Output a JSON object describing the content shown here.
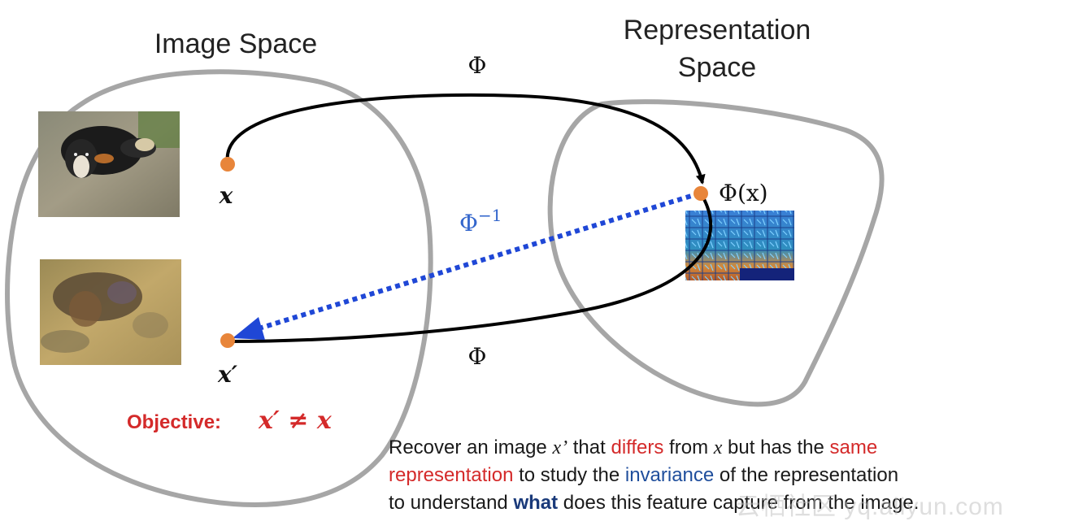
{
  "diagram": {
    "image_space_label": "Image Space",
    "representation_space_label_line1": "Representation",
    "representation_space_label_line2": "Space",
    "phi_top": "Φ",
    "phi_bottom": "Φ",
    "phi_inverse_base": "Φ",
    "phi_inverse_exp": "−1",
    "point_x": "x",
    "point_x_prime": "x′",
    "point_phi_x": "Φ(x)",
    "objective_label": "Objective:",
    "objective_formula": "x′ ≠ x"
  },
  "caption": {
    "line1_a": "Recover an image ",
    "line1_var1": "x’",
    "line1_b": " that ",
    "line1_red1": "differs",
    "line1_c": " from ",
    "line1_var2": "x",
    "line1_d": " but has the ",
    "line1_red2": "same",
    "line2_red": "representation",
    "line2_a": " to study the ",
    "line2_blue": "invariance",
    "line2_b": " of the representation",
    "line3_a": "to understand ",
    "line3_bold": "what",
    "line3_b": " does this feature capture from the image."
  },
  "watermark": "云栖社区 yq.aliyun.com",
  "colors": {
    "region_stroke": "#a6a6a6",
    "arrow_black": "#000000",
    "arrow_inverse": "#1f47d6",
    "point_orange": "#e8853a",
    "objective_red": "#d42a2a",
    "phi_inverse_text": "#3366cc"
  }
}
